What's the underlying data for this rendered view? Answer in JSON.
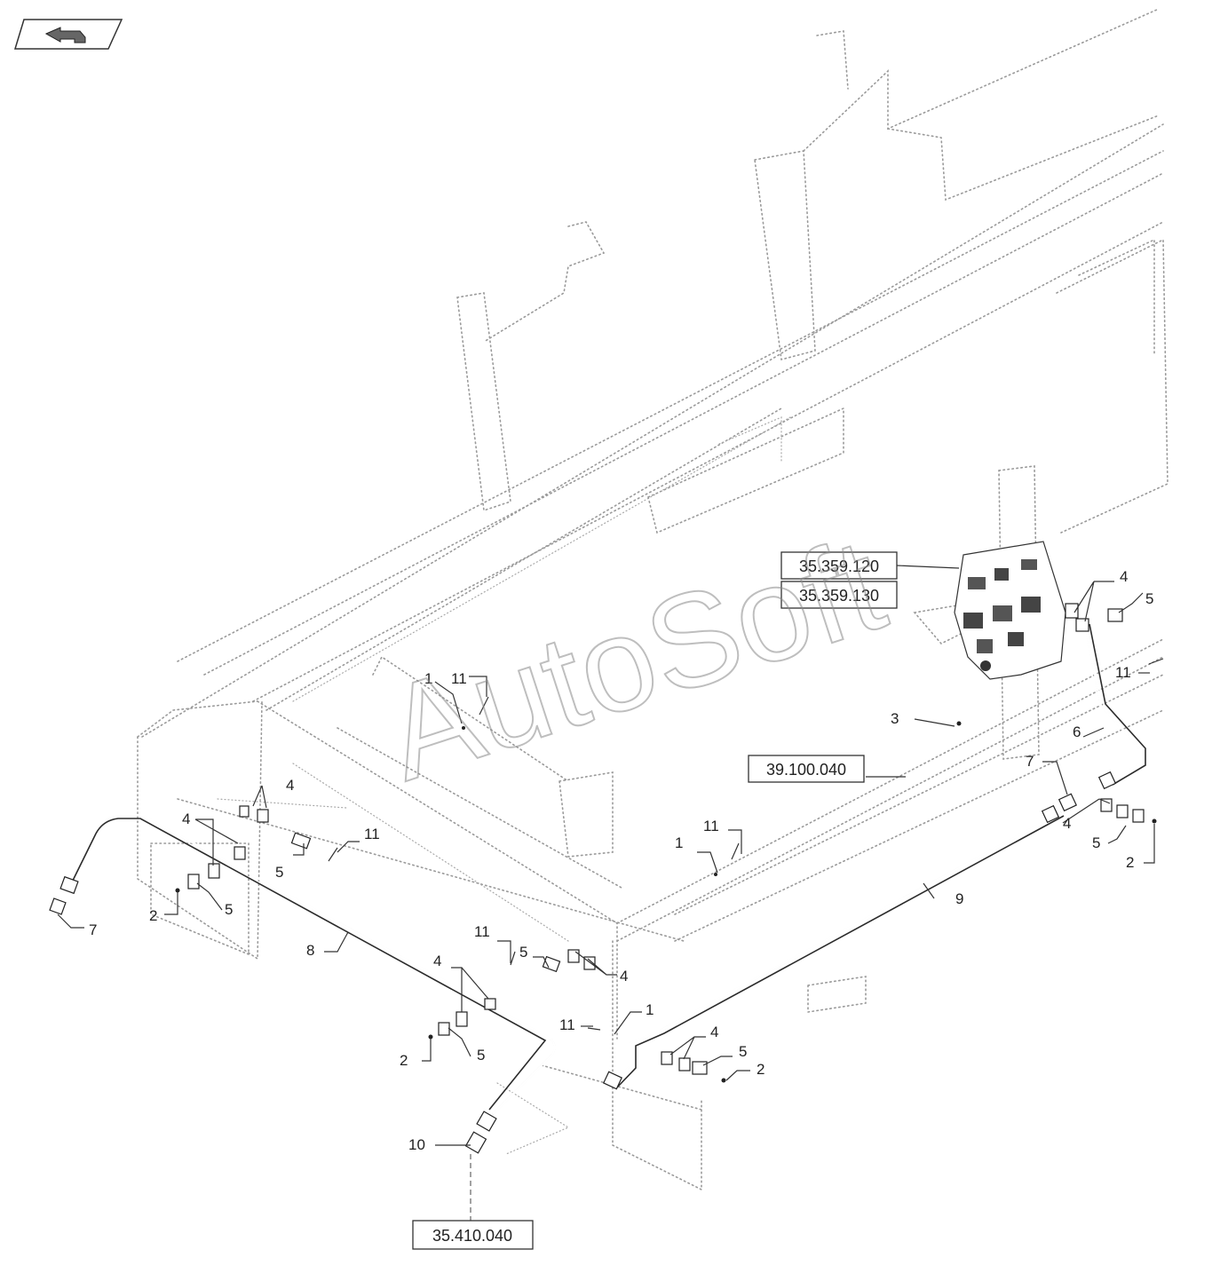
{
  "nav_icon": "return-arrow-icon",
  "watermark": "AutoSoft",
  "references": {
    "ref_1": "35.359.120",
    "ref_2": "35.359.130",
    "ref_3": "39.100.040",
    "ref_4": "35.410.040"
  },
  "callouts": {
    "c1": "4",
    "c2": "5",
    "c3": "11",
    "c4": "6",
    "c5": "3",
    "c6": "7",
    "c7": "4",
    "c8": "5",
    "c9": "2",
    "c10": "9",
    "c11": "11",
    "c12": "1",
    "c13": "11",
    "c14": "1",
    "c15": "4",
    "c16": "4",
    "c17": "11",
    "c18": "5",
    "c19": "2",
    "c20": "5",
    "c21": "7",
    "c22": "8",
    "c23": "11",
    "c24": "5",
    "c25": "4",
    "c26": "4",
    "c27": "11",
    "c28": "1",
    "c29": "2",
    "c30": "5",
    "c31": "4",
    "c32": "5",
    "c33": "2",
    "c34": "10"
  }
}
